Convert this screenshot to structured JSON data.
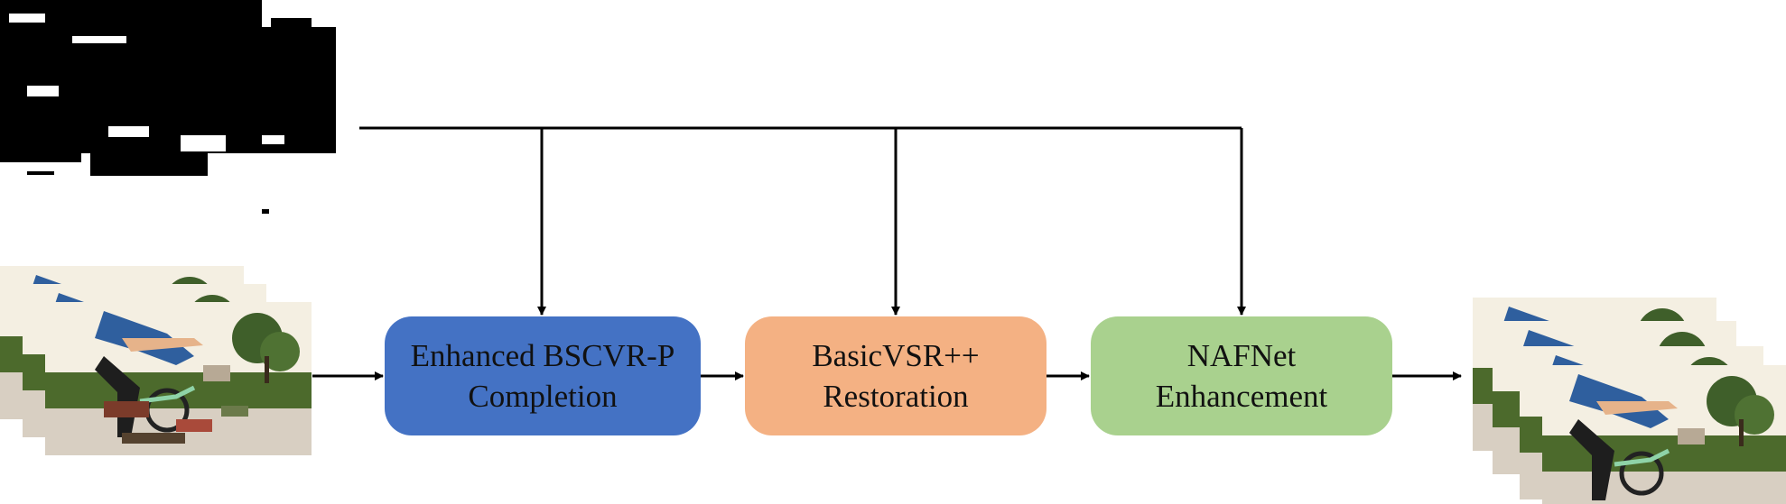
{
  "stages": [
    {
      "id": "completion",
      "line1": "Enhanced BSCVR-P",
      "line2": "Completion",
      "color": "#4472c4"
    },
    {
      "id": "restoration",
      "line1": "BasicVSR++",
      "line2": "Restoration",
      "color": "#f4b183"
    },
    {
      "id": "enhancement",
      "line1": "NAFNet",
      "line2": "Enhancement",
      "color": "#a9d18e"
    }
  ],
  "colors": {
    "line": "#000000",
    "sky": "#f4efe2",
    "grass": "#4c6a2c",
    "pavement": "#d8cfc2",
    "tree": "#3f5f2a"
  },
  "icons": {
    "mask": "mask-frames-icon",
    "input": "input-frames-icon",
    "output": "output-frames-icon"
  }
}
